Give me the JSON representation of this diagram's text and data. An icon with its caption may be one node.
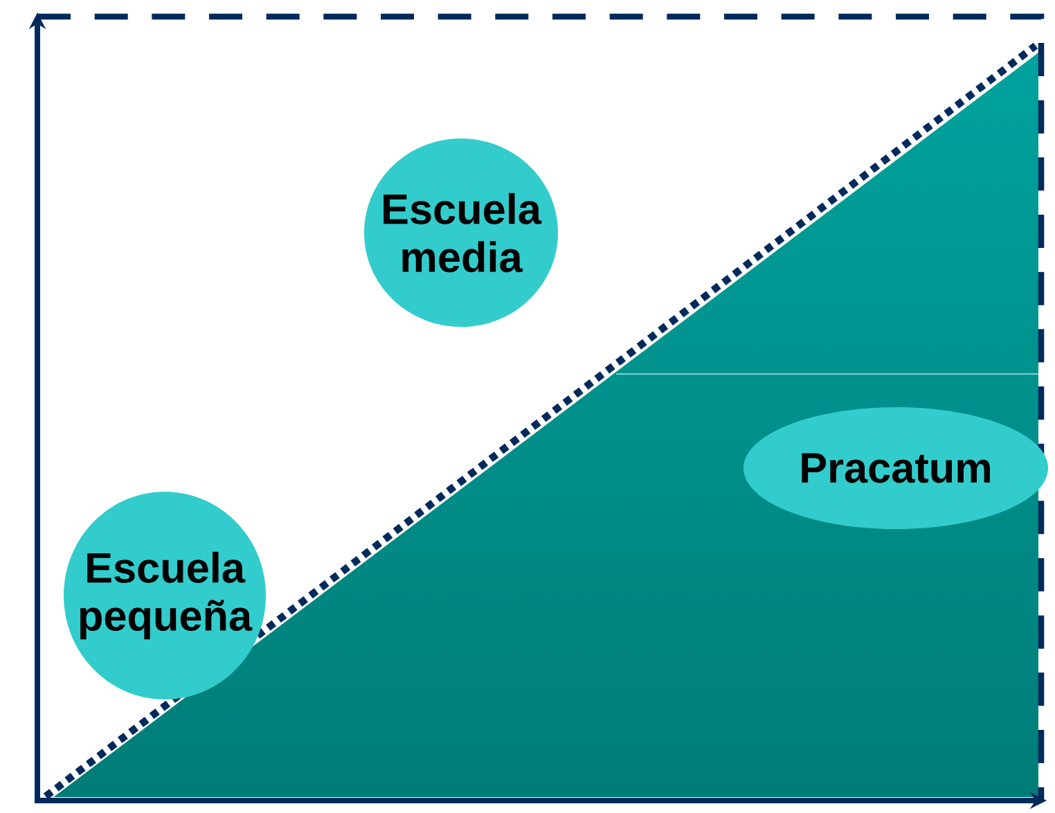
{
  "diagram": {
    "nodes": [
      {
        "text": [
          "Escuela media"
        ]
      },
      {
        "text": [
          "Pracatum"
        ]
      },
      {
        "text": [
          "Escuela pequeña"
        ]
      }
    ]
  }
}
